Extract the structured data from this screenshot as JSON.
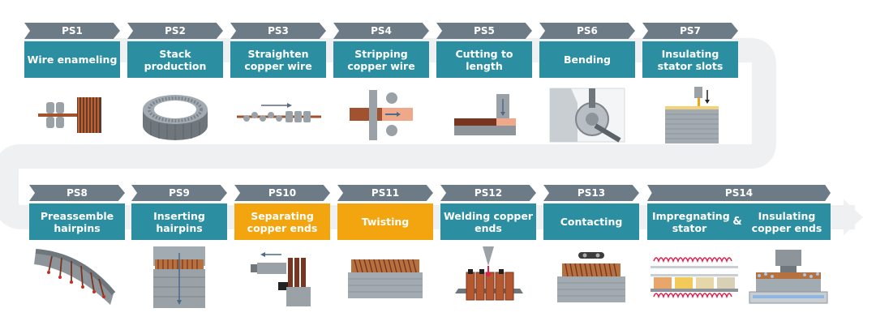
{
  "row1": [
    {
      "label": "PS1",
      "title": "Wire enameling",
      "highlight": false,
      "icon": "wire-spool-icon"
    },
    {
      "label": "PS2",
      "title": "Stack production",
      "highlight": false,
      "icon": "stator-stack-icon"
    },
    {
      "label": "PS3",
      "title": "Straighten copper wire",
      "highlight": false,
      "icon": "straightening-rollers-icon"
    },
    {
      "label": "PS4",
      "title": "Stripping copper wire",
      "highlight": false,
      "icon": "stripping-icon"
    },
    {
      "label": "PS5",
      "title": "Cutting to length",
      "highlight": false,
      "icon": "cutting-icon"
    },
    {
      "label": "PS6",
      "title": "Bending",
      "highlight": false,
      "icon": "bending-machine-icon"
    },
    {
      "label": "PS7",
      "title": "Insulating stator slots",
      "highlight": false,
      "icon": "slot-insulating-icon"
    }
  ],
  "row2": [
    {
      "label": "PS8",
      "title": "Preassemble hairpins",
      "highlight": false,
      "icon": "hairpin-nest-icon"
    },
    {
      "label": "PS9",
      "title": "Inserting hairpins",
      "highlight": false,
      "icon": "hairpin-insert-icon"
    },
    {
      "label": "PS10",
      "title": "Separating copper ends",
      "highlight": true,
      "icon": "separating-ends-icon"
    },
    {
      "label": "PS11",
      "title": "Twisting",
      "highlight": true,
      "icon": "twisting-icon"
    },
    {
      "label": "PS12",
      "title": "Welding copper ends",
      "highlight": false,
      "icon": "welding-icon"
    },
    {
      "label": "PS13",
      "title": "Contacting",
      "highlight": false,
      "icon": "contacting-icon"
    }
  ],
  "ps14": {
    "label": "PS14",
    "title_left": "Impregnating stator",
    "amp": "&",
    "title_right": "Insulating copper ends"
  },
  "colors": {
    "label_bg": "#6d7b87",
    "title_teal": "#2b8ea1",
    "title_orange": "#f3a50f",
    "flow_arrow": "#eef0f2",
    "copper": "#a0532e"
  }
}
